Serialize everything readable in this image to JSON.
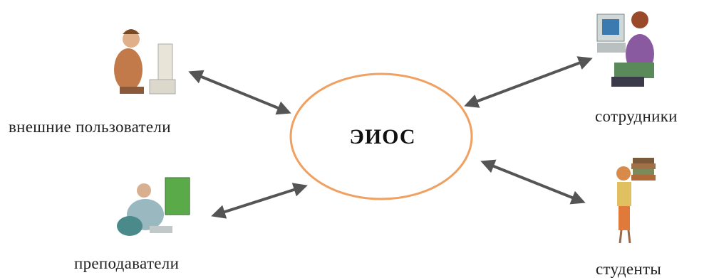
{
  "center": {
    "label": "ЭИОС",
    "ring_color": "#f0a060"
  },
  "nodes": [
    {
      "id": "external",
      "label": "внешние пользователи",
      "icon": "man-at-computer-icon"
    },
    {
      "id": "teachers",
      "label": "преподаватели",
      "icon": "teacher-at-board-icon"
    },
    {
      "id": "staff",
      "label": "сотрудники",
      "icon": "woman-at-computer-icon"
    },
    {
      "id": "students",
      "label": "студенты",
      "icon": "student-with-books-icon"
    }
  ],
  "colors": {
    "arrow": "#555555",
    "text": "#222222"
  }
}
